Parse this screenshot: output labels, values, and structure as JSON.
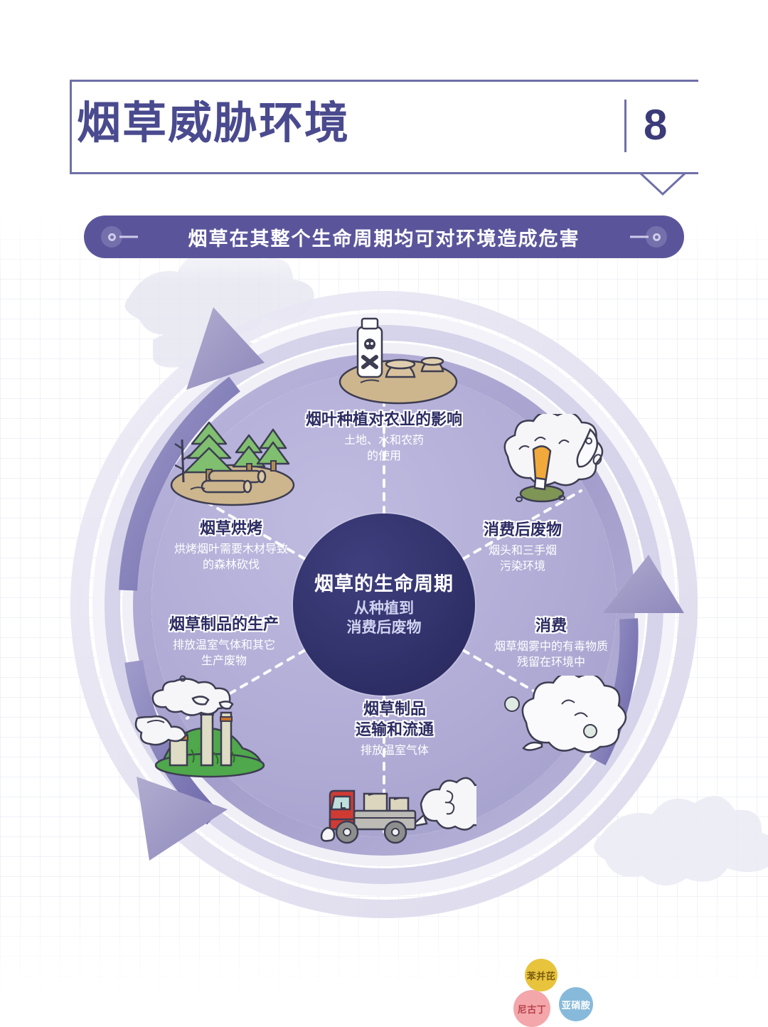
{
  "header": {
    "title": "烟草威胁环境",
    "page_number": "8",
    "divider_icon": "chevron-down-icon"
  },
  "banner": {
    "text": "烟草在其整个生命周期均可对环境造成危害",
    "left_icon": "circle-dot-icon",
    "right_icon": "circle-dot-icon",
    "background_color": "#5a559b"
  },
  "hub": {
    "title": "烟草的生命周期",
    "subtitle_line1": "从种植到",
    "subtitle_line2": "消费后废物",
    "background_color": "#2e2e66"
  },
  "segments": [
    {
      "id": "farming",
      "title": "烟叶种植对农业的影响",
      "desc_line1": "土地、水和农药",
      "desc_line2": "的使用",
      "illustration": "pesticide-bottle-and-stumps-illustration"
    },
    {
      "id": "post-consumption-waste",
      "title": "消费后废物",
      "desc_line1": "烟头和三手烟",
      "desc_line2": "污染环境",
      "illustration": "cigarette-butt-smoke-illustration"
    },
    {
      "id": "consumption",
      "title": "消费",
      "desc_line1": "烟草烟雾中的有毒物质",
      "desc_line2": "残留在环境中",
      "illustration": "smoke-cloud-chemicals-illustration"
    },
    {
      "id": "transport",
      "title_line1": "烟草制品",
      "title_line2": "运输和流通",
      "desc_line1": "排放温室气体",
      "desc_line2": "",
      "illustration": "delivery-truck-illustration"
    },
    {
      "id": "manufacturing",
      "title": "烟草制品的生产",
      "desc_line1": "排放温室气体和其它",
      "desc_line2": "生产废物",
      "illustration": "factory-smokestacks-illustration"
    },
    {
      "id": "curing",
      "title": "烟草烘烤",
      "desc_line1": "烘烤烟叶需要木材导致",
      "desc_line2": "的森林砍伐",
      "illustration": "deforestation-trees-logs-illustration"
    }
  ],
  "chemicals": [
    {
      "label": "苯并芘",
      "color": "#e8c33c"
    },
    {
      "label": "尼古丁",
      "color": "#f3a7ab",
      "text_color": "#b8404a"
    },
    {
      "label": "亚硝胺",
      "color": "#87bada"
    }
  ],
  "arrows": [
    {
      "id": "arrow-top-left",
      "icon": "arrow-counterclockwise-icon"
    },
    {
      "id": "arrow-right",
      "icon": "arrow-up-icon"
    },
    {
      "id": "arrow-bottom-left",
      "icon": "arrow-down-left-icon"
    }
  ],
  "colors": {
    "accent_purple": "#5a559b",
    "deep_navy": "#2e2e66",
    "ring_mid": "#a7a3d0",
    "ring_inner": "#b3aed8",
    "ring_outer": "#dedcee"
  }
}
